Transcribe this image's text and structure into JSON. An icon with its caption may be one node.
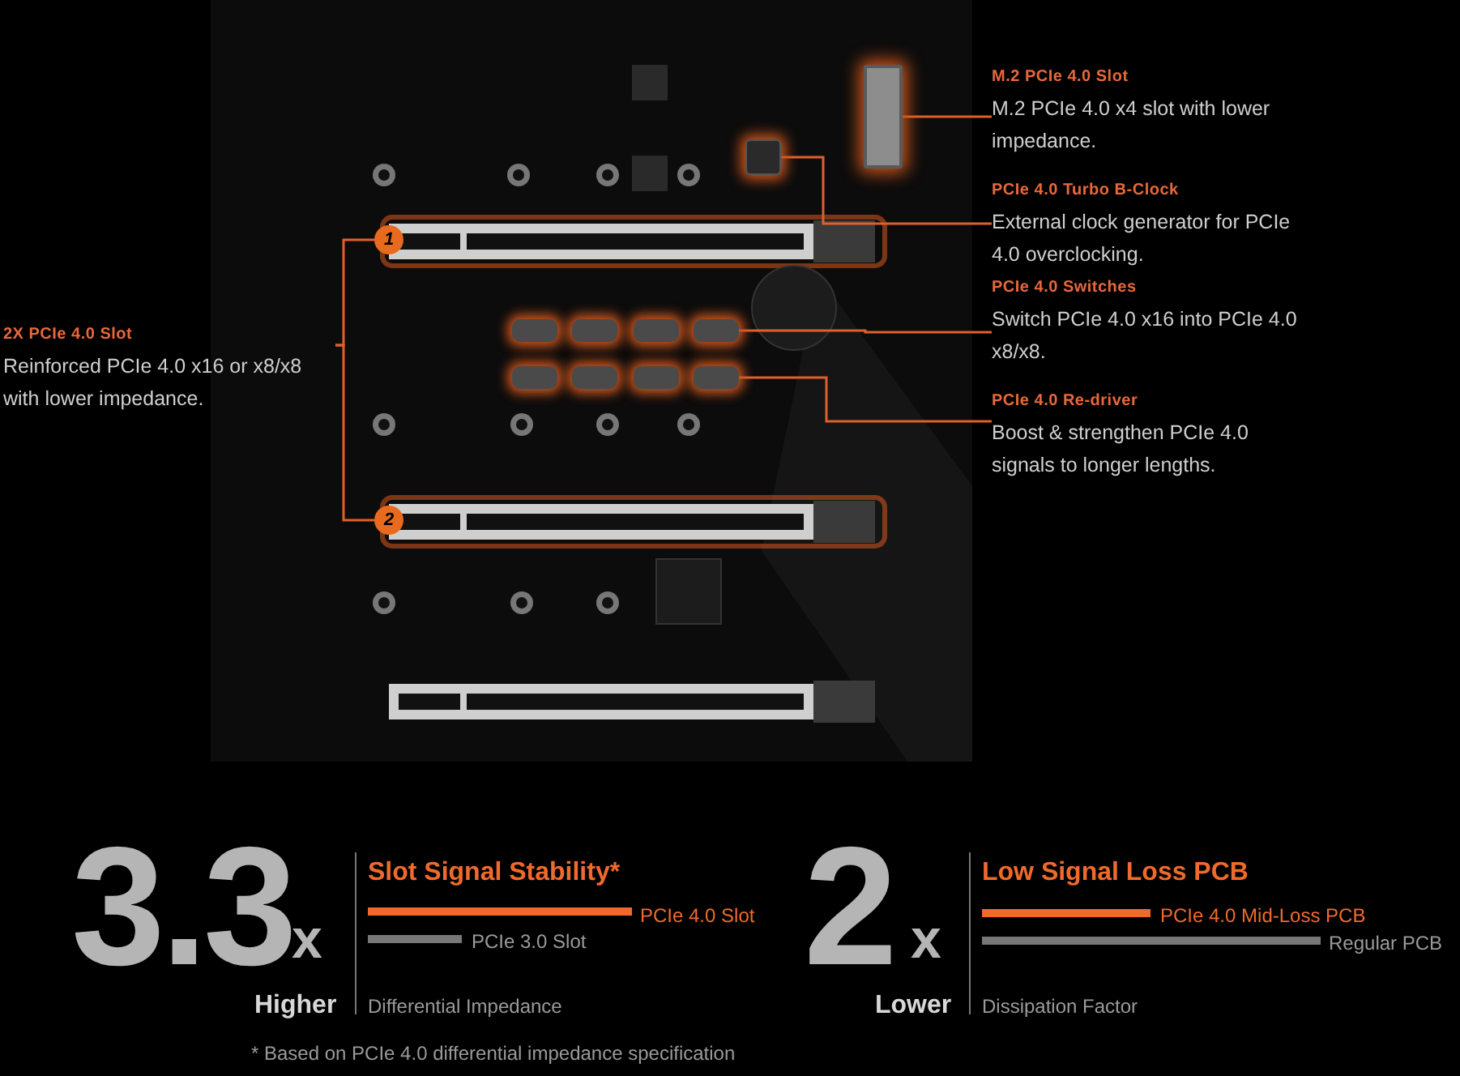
{
  "diagram": {
    "nodes": [
      {
        "text": [
          "2X PCIe 4.0 Slot",
          "Reinforced PCIe 4.0 x16 or x8/x8 with lower impedance."
        ]
      },
      {
        "text": [
          "M.2 PCIe 4.0 Slot",
          "M.2 PCIe 4.0 x4 slot with lower impedance."
        ]
      },
      {
        "text": [
          "PCIe 4.0 Turbo B-Clock",
          "External clock generator for PCIe 4.0 overclocking."
        ]
      },
      {
        "text": [
          "PCIe 4.0 Switches",
          "Switch PCIe 4.0 x16 into PCIe 4.0 x8/x8."
        ]
      },
      {
        "text": [
          "PCIe 4.0 Re-driver",
          "Boost & strengthen PCIe 4.0 signals to longer lengths."
        ]
      },
      {
        "text": [
          "1"
        ]
      },
      {
        "text": [
          "2"
        ]
      },
      {
        "text": [],
        "shape": "box"
      },
      {
        "text": [],
        "shape": "box"
      },
      {
        "text": [],
        "shape": "box"
      },
      {
        "text": [],
        "shape": "box"
      }
    ],
    "edges": [
      {
        "from": 0,
        "to": 5,
        "arrow": "none"
      },
      {
        "from": 0,
        "to": 6,
        "arrow": "none"
      },
      {
        "from": 1,
        "to": 7,
        "arrow": "none"
      },
      {
        "from": 2,
        "to": 8,
        "arrow": "none"
      },
      {
        "from": 3,
        "to": 9,
        "arrow": "none"
      },
      {
        "from": 4,
        "to": 10,
        "arrow": "none"
      }
    ],
    "labels": [
      "3.3",
      "x",
      "Slot Signal Stability*",
      "PCIe 4.0 Slot",
      "PCIe 3.0 Slot",
      "Higher",
      "Differential Impedance",
      "2",
      "x",
      "Low Signal Loss PCB",
      "PCIe 4.0 Mid-Loss PCB",
      "Regular PCB",
      "Lower",
      "Dissipation Factor",
      "* Based on PCIe 4.0 differential impedance specification"
    ]
  }
}
